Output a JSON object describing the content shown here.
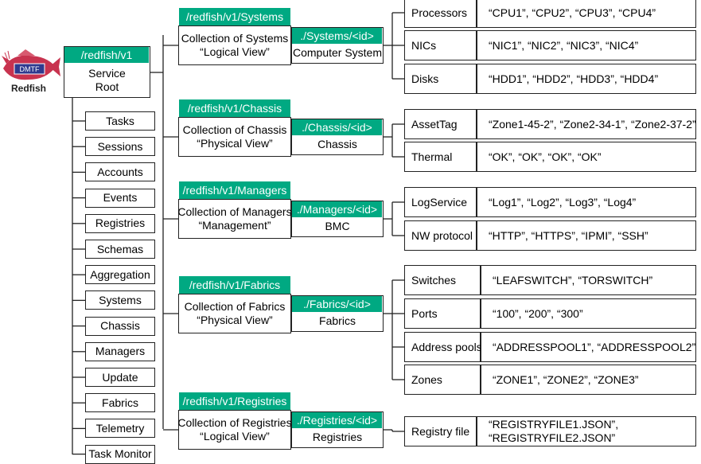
{
  "logo": {
    "badge": "DMTF",
    "label": "Redfish"
  },
  "root": {
    "path": "/redfish/v1",
    "title_line1": "Service",
    "title_line2": "Root"
  },
  "root_items": [
    "Tasks",
    "Sessions",
    "Accounts",
    "Events",
    "Registries",
    "Schemas",
    "Aggregation",
    "Systems",
    "Chassis",
    "Managers",
    "Update",
    "Fabrics",
    "Telemetry",
    "Task Monitor"
  ],
  "collections": [
    {
      "path": "/redfish/v1/Systems",
      "line1": "Collection of Systems",
      "line2": "“Logical View”",
      "id_path": "./Systems/<id>",
      "resource": "Computer System",
      "props": [
        {
          "name": "Processors",
          "values": [
            "“CPU1”, “CPU2”, “CPU3”, “CPU4”"
          ]
        },
        {
          "name": "NICs",
          "values": [
            "“NIC1”, “NIC2”, “NIC3”, “NIC4”"
          ]
        },
        {
          "name": "Disks",
          "values": [
            "“HDD1”, “HDD2”, “HDD3”, “HDD4”"
          ]
        }
      ]
    },
    {
      "path": "/redfish/v1/Chassis",
      "line1": "Collection of Chassis",
      "line2": "“Physical View”",
      "id_path": "./Chassis/<id>",
      "resource": "Chassis",
      "props": [
        {
          "name": "AssetTag",
          "values": [
            "“Zone1-45-2”, “Zone2-34-1”, “Zone2-37-2”"
          ]
        },
        {
          "name": "Thermal",
          "values": [
            "“OK”, “OK”, “OK”, “OK”"
          ]
        }
      ]
    },
    {
      "path": "/redfish/v1/Managers",
      "line1": "Collection of Managers",
      "line2": "“Management”",
      "id_path": "./Managers/<id>",
      "resource": "BMC",
      "props": [
        {
          "name": "LogService",
          "values": [
            "“Log1”, “Log2”, “Log3”, “Log4”"
          ]
        },
        {
          "name": "NW protocol",
          "values": [
            "“HTTP”, “HTTPS”, “IPMI”, “SSH”"
          ]
        }
      ]
    },
    {
      "path": "/redfish/v1/Fabrics",
      "line1": "Collection of Fabrics",
      "line2": "“Physical View”",
      "id_path": "./Fabrics/<id>",
      "resource": "Fabrics",
      "props": [
        {
          "name": "Switches",
          "values": [
            "“LEAFSWITCH”, “TORSWITCH”"
          ]
        },
        {
          "name": "Ports",
          "values": [
            "“100”, “200”, “300”"
          ]
        },
        {
          "name": "Address pools",
          "values": [
            "“ADDRESSPOOL1”, “ADDRESSPOOL2”"
          ]
        },
        {
          "name": "Zones",
          "values": [
            "“ZONE1”, “ZONE2”, “ZONE3”"
          ]
        }
      ]
    },
    {
      "path": "/redfish/v1/Registries",
      "line1": "Collection of Registries",
      "line2": "“Logical View”",
      "id_path": "./Registries/<id>",
      "resource": "Registries",
      "props": [
        {
          "name": "Registry file",
          "values": [
            "“REGISTRYFILE1.JSON”,",
            "“REGISTRYFILE2.JSON”"
          ]
        }
      ]
    }
  ],
  "colors": {
    "accent": "#00a982",
    "logo_fish": "#c8334f",
    "logo_badge": "#2f3a8f"
  }
}
